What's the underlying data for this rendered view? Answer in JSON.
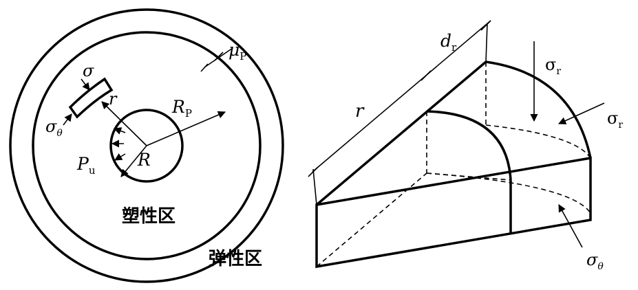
{
  "left_figure": {
    "sigma": "σ",
    "sigma_theta": {
      "main": "σ",
      "sub": "θ"
    },
    "r": "r",
    "R": "R",
    "R_P": {
      "main": "R",
      "sub": "P"
    },
    "mu_P": {
      "main": "μ",
      "sub": "P"
    },
    "P_u": {
      "main": "P",
      "sub": "u"
    },
    "plastic_zone": "塑性区",
    "elastic_zone": "弹性区"
  },
  "right_figure": {
    "d_r": {
      "main": "d",
      "sub": "r"
    },
    "r": "r",
    "sigma_r_top": {
      "main": "σ",
      "sub": "r"
    },
    "sigma_r_right": {
      "main": "σ",
      "sub": "r"
    },
    "sigma_theta": {
      "main": "σ",
      "sub": "θ"
    }
  }
}
